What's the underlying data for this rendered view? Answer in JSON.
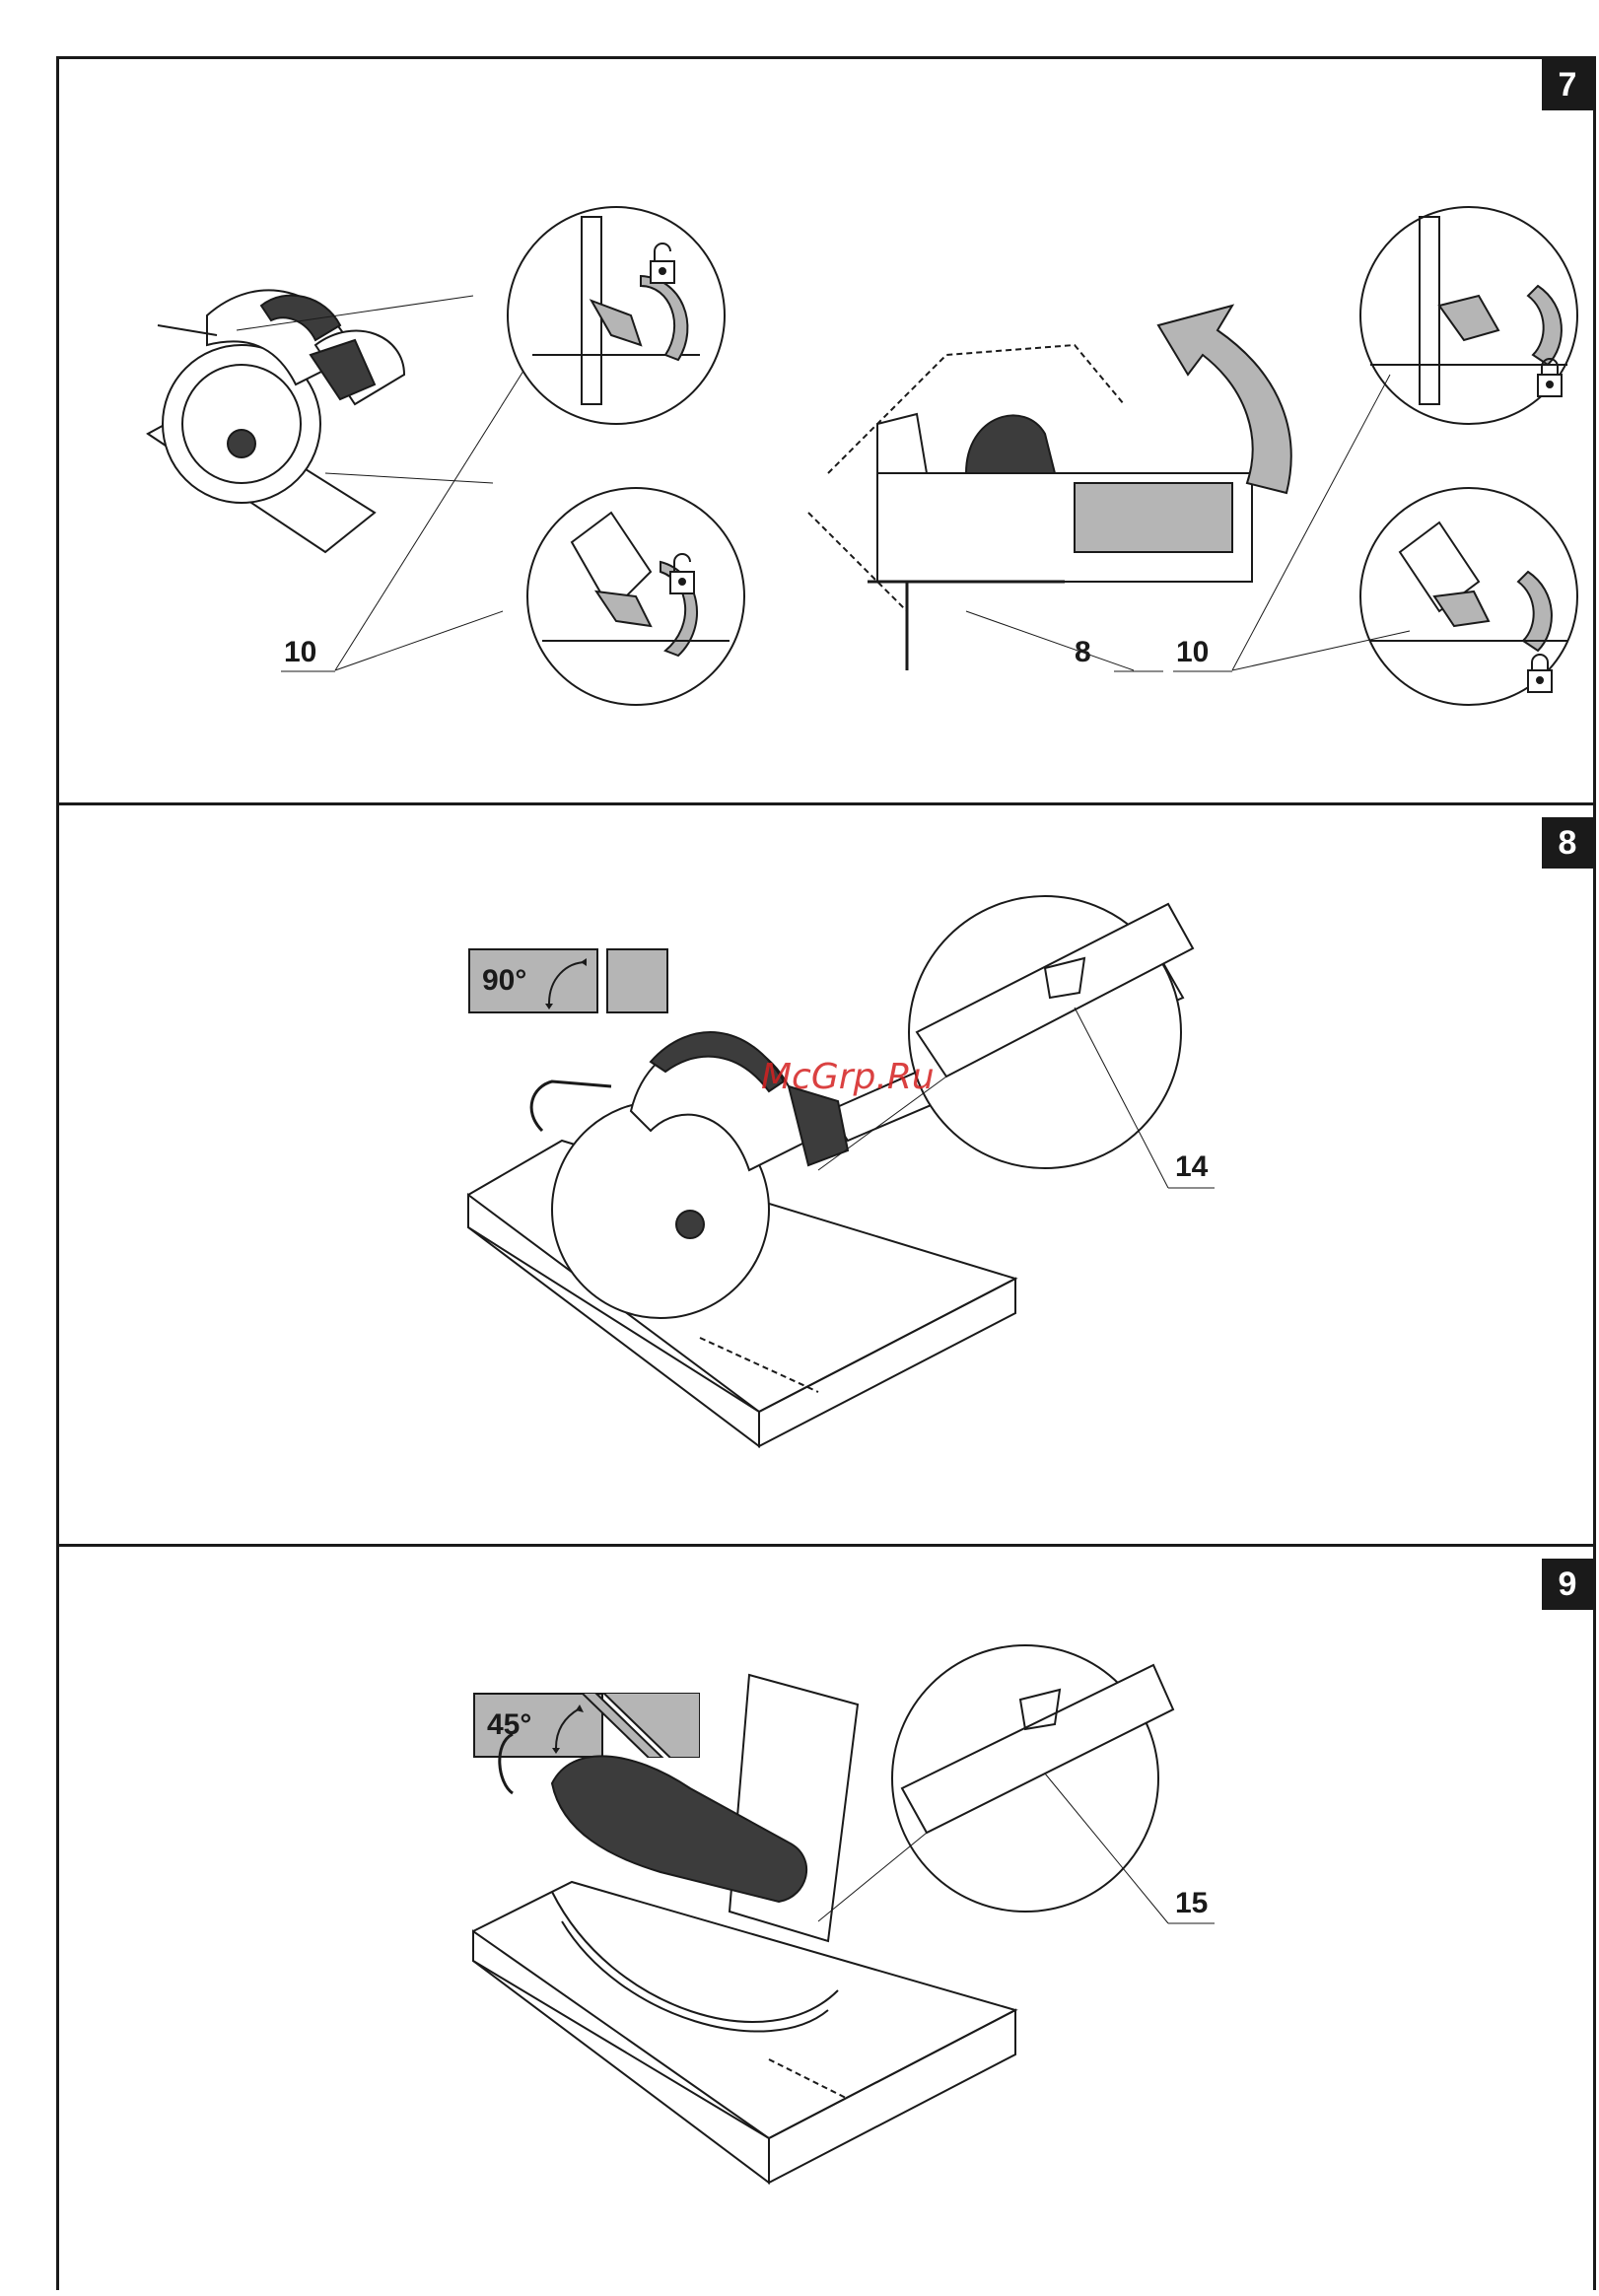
{
  "figures": [
    {
      "number": "7",
      "callouts": {
        "left": "10",
        "center": "8",
        "right": "10"
      }
    },
    {
      "number": "8",
      "angle_label": "90°",
      "callout": "14"
    },
    {
      "number": "9",
      "angle_label": "45°",
      "callout": "15"
    }
  ],
  "watermark": "McGrp.Ru",
  "colors": {
    "line": "#1a1a1a",
    "grey_fill": "#b5b5b5",
    "grip_dark": "#3c3c3c",
    "watermark": "#d42020"
  },
  "icons": [
    "lock-open-icon",
    "lock-closed-icon",
    "rotate-arrow-icon",
    "angle-arc-icon"
  ]
}
